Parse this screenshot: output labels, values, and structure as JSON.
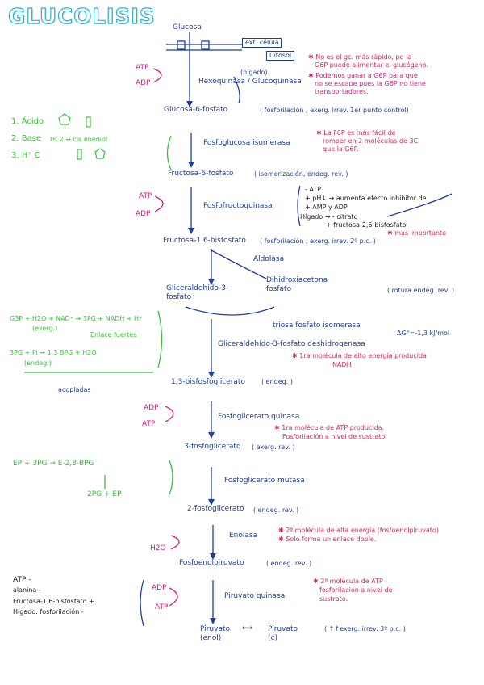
{
  "title": "GLUCOLISIS",
  "top": {
    "glucosa": "Glucosa",
    "ext_celula": "ext. célula",
    "citosol": "Citosol"
  },
  "steps": {
    "hexoquinasa": "Hexoquinasa / Glucoquinasa",
    "higado": "(hígado)",
    "g6p": "Glucosa-6-fosfato",
    "g6p_note": "( fosforilación , exerg. irrev. 1er punto control)",
    "fosfoglucosa": "Fosfoglucosa isomerasa",
    "f6p": "Fructosa-6-fosfato",
    "f6p_note": "( isomerización, endeg. rev. )",
    "pfk": "Fosfofructoquinasa",
    "f16bp": "Fructosa-1,6-bisfosfato",
    "f16bp_note": "( fosforilación , exerg. irrev. 2º p.c. )",
    "aldolasa": "Aldolasa",
    "g3p": "Gliceraldehído-3-fosfato",
    "dhap": "Dihidroxiacetona fosfato",
    "aldolasa_note": "( rotura endeg. rev. )",
    "tpi": "triosa fosfato isomerasa",
    "delta_g": "ΔG°=-1,3 kJ/mol",
    "g3pdh": "Gliceraldehído-3-fosfato deshidrogenasa",
    "bpg13": "1,3-bisfosfoglicerato",
    "bpg13_note": "( endeg. )",
    "pgk": "Fosfoglicerato quinasa",
    "pg3": "3-fosfoglicerato",
    "pg3_note": "( exerg. rev. )",
    "pgm": "Fosfoglicerato mutasa",
    "pg2": "2-fosfoglicerato",
    "pg2_note": "( endeg. rev. )",
    "enolasa": "Enolasa",
    "pep": "Fosfoenolpiruvato",
    "pep_note": "( endeg. rev. )",
    "pk": "Piruvato quinasa",
    "piruvato_enol": "Piruvato (enol)",
    "piruvato_cet": "Piruvato (c)",
    "final_note": "( ↑↑exerg. irrev. 3º p.c. )"
  },
  "cofactors": {
    "atp": "ATP",
    "adp": "ADP",
    "h2o": "H2O"
  },
  "notes": {
    "n1a": "✱ No es el gc. más rápido, pq la",
    "n1b": "G6P puede alimentar el glucógeno.",
    "n1c": "✱ Podemos ganar a G6P para que",
    "n1d": "no se escape pues la G6P no tiene",
    "n1e": "transportadores.",
    "n2a": "✱ La F6P es más fácil de",
    "n2b": "romper en 2 moléculas de 3C",
    "n2c": "que la G6P.",
    "reg1": "- ATP",
    "reg2": "+ pH↓ → aumenta efecto inhibitor de",
    "reg3": "+ AMP y ADP",
    "reg4": "Hígado → - citrato",
    "reg5": "+ fructosa-2,6-bisfosfato",
    "reg6": "✱ más importante",
    "n3a": "✱ 1ra molécula de alto energía producida",
    "n3b": "NADH",
    "n4a": "✱ 1ra molécula de ATP producida.",
    "n4b": "Fosforilación a nivel de sustrato.",
    "n5a": "✱ 2ª molécula de alta energía (fosfoenolpiruvato)",
    "n5b": "✱ Solo forma un enlace doble.",
    "n6a": "✱ 2ª molécula de ATP",
    "n6b": "fosforilación a nivel de",
    "n6c": "sustrato."
  },
  "side": {
    "s1": "1. Ácido",
    "s2": "2. Base",
    "s2b": "HC2 → cis enediol",
    "s3": "3. H⁺ C",
    "g3p_eq": "G3P + H2O + NAD⁺ → 3PG + NADH + H⁺",
    "exerg": "(exerg.)",
    "enlace": "Enlace fuertes",
    "eq2": "3PG + Pi → 1,3 BPG + H2O",
    "endeg": "(endeg.)",
    "acopladas": "acopladas",
    "ep_eq": "EP + 3PG → E-2,3-BPG",
    "ep_eq2": "2PG + EP",
    "bl1": "ATP -",
    "bl2": "alanina -",
    "bl3": "Fructosa-1,6-bisfosfato +",
    "bl4": "Hígado: fosforilación -"
  }
}
